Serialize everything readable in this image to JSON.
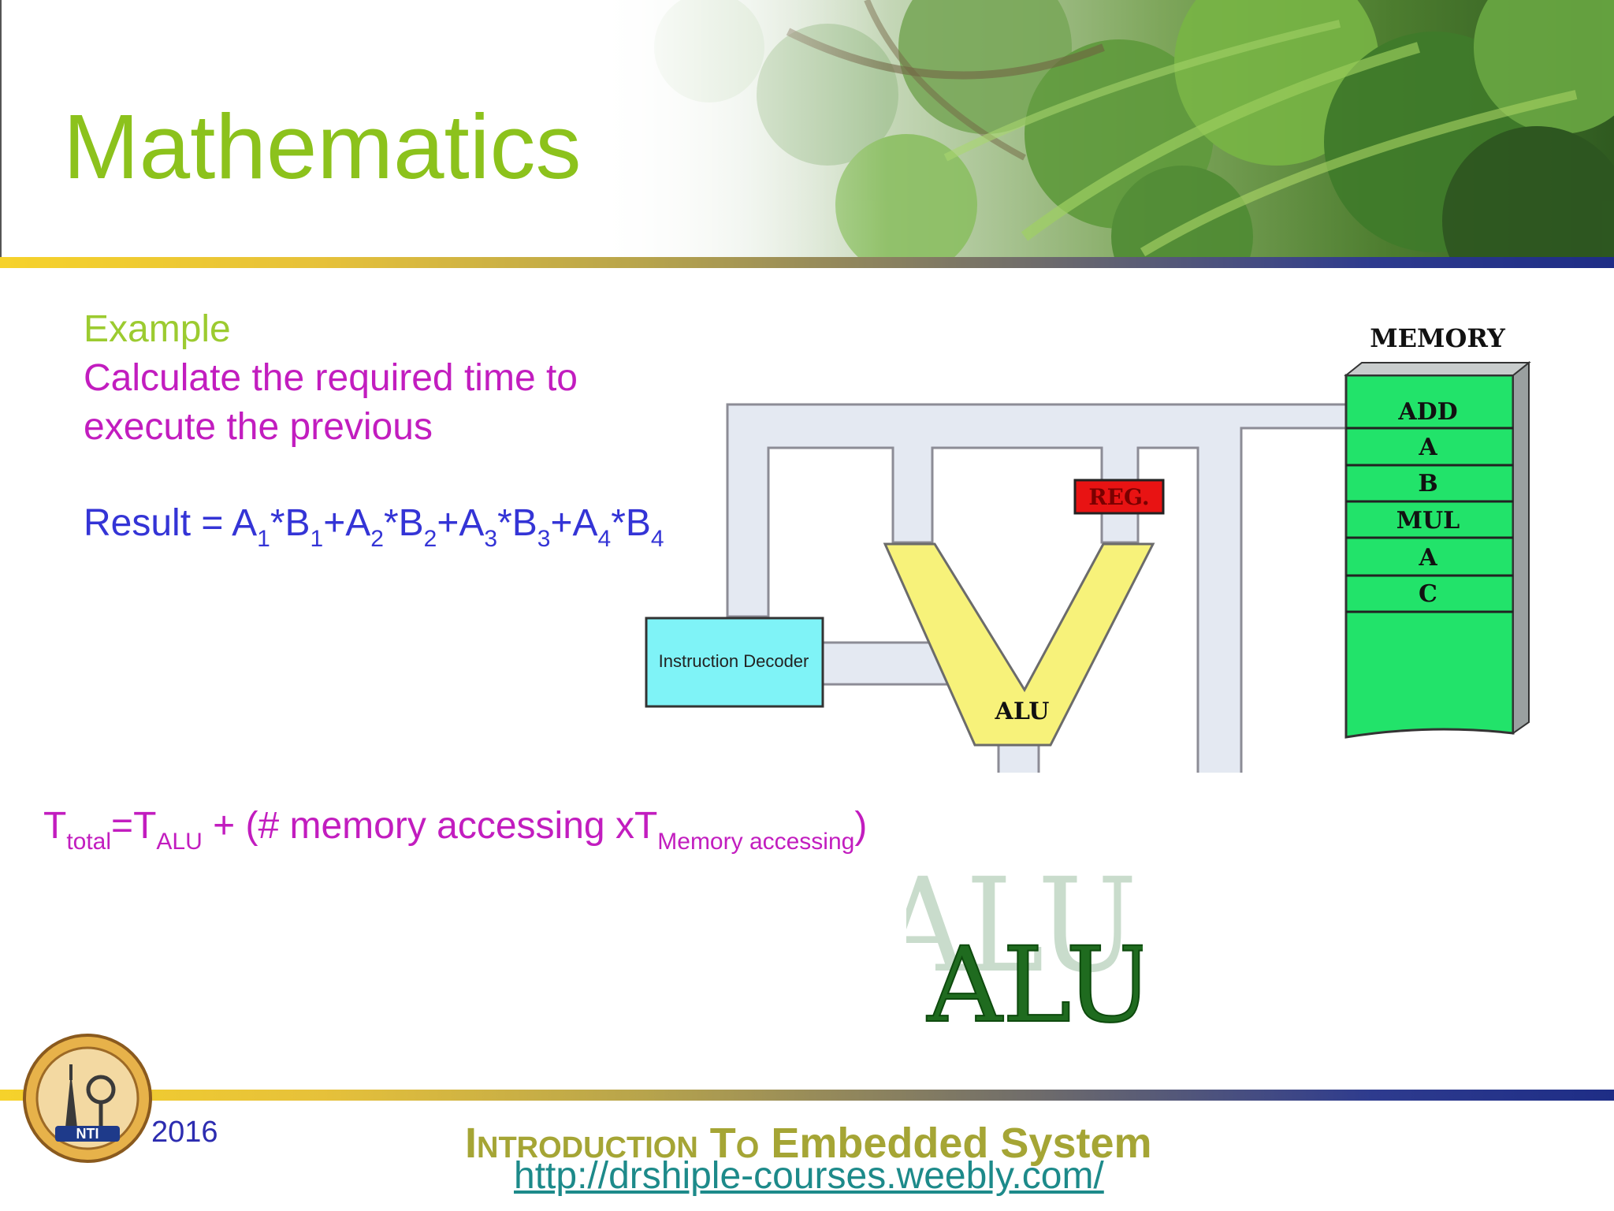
{
  "slide": {
    "title": "Mathematics",
    "example_label": "Example",
    "calc_line1": "Calculate the required time to",
    "calc_line2": "execute the previous"
  },
  "result": {
    "prefix": "Result = ",
    "terms": [
      {
        "a": "A",
        "a_sub": "1",
        "b": "B",
        "b_sub": "1"
      },
      {
        "a": "A",
        "a_sub": "2",
        "b": "B",
        "b_sub": "2"
      },
      {
        "a": "A",
        "a_sub": "3",
        "b": "B",
        "b_sub": "3"
      },
      {
        "a": "A",
        "a_sub": "4",
        "b": "B",
        "b_sub": "4"
      }
    ]
  },
  "formula": {
    "t": "T",
    "total_sub": "total",
    "eq": "=T",
    "alu_sub": "ALU",
    "middle": " + (# memory accessing xT",
    "mem_sub": "Memory accessing",
    "close": ")"
  },
  "diagram": {
    "memory_title": "MEMORY",
    "memory_cells": [
      "ADD",
      "A",
      "B",
      "MUL",
      "A",
      "C"
    ],
    "reg_label": "REG.",
    "alu_label": "ALU",
    "decoder_label": "Instruction Decoder",
    "colors": {
      "memory": "#22e36a",
      "decoder": "#7ff3f7",
      "alu": "#f7f27a",
      "reg": "#e81313",
      "bus": "#e4e9f2"
    }
  },
  "watermark": {
    "shadow_text": "ALU",
    "text": "ALU"
  },
  "footer": {
    "year": "2016",
    "title_sc1": "I",
    "title_sc1_small": "NTRODUCTION",
    "title_sc2": "T",
    "title_sc2_small": "O",
    "title_rest": "Embedded System",
    "url": "http://drshiple-courses.weebly.com/",
    "logo_text": "NTI"
  }
}
